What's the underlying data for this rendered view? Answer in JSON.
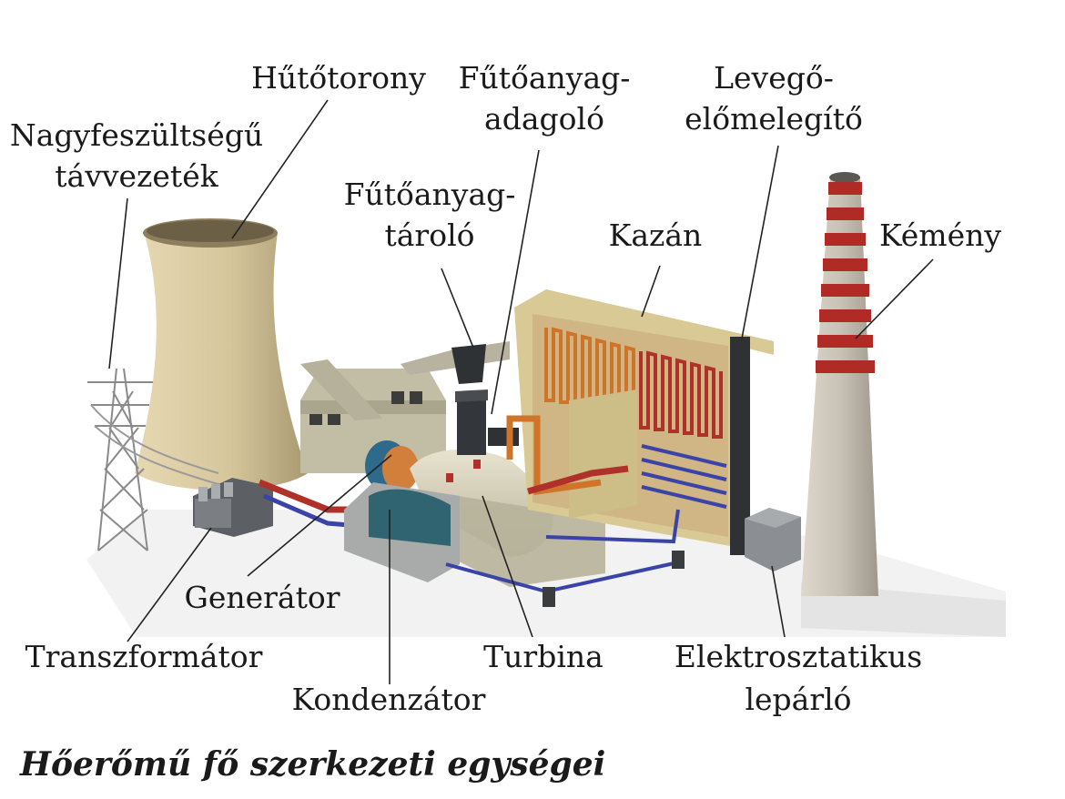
{
  "labels": {
    "hutotorony": "Hűtőtorony",
    "tavvezetek_1": "Nagyfeszültségű",
    "tavvezetek_2": "távvezeték",
    "adagolo_1": "Fűtőanyag-",
    "adagolo_2": "adagoló",
    "levego_1": "Levegő-",
    "levego_2": "előmelegítő",
    "tarolo_1": "Fűtőanyag-",
    "tarolo_2": "tároló",
    "kazan": "Kazán",
    "kemeny": "Kémény",
    "generator": "Generátor",
    "transzformator": "Transzformátor",
    "turbina": "Turbina",
    "kondenzator": "Kondenzátor",
    "elektro_1": "Elektrosztatikus",
    "elektro_2": "lepárló"
  },
  "caption": "Hőerőmű fő szerkezeti egységei",
  "colors": {
    "tower": "#d9cba3",
    "building": "#c8c4ae",
    "boiler_panel": "#e6d7a8",
    "pipe_red": "#b0302a",
    "pipe_blue": "#3a43a8",
    "pipe_orange": "#d0742a",
    "dark_steel": "#2f3235",
    "condenser": "#2f6470",
    "chimney_white": "#e9e4dc",
    "chimney_red": "#b02a26"
  }
}
